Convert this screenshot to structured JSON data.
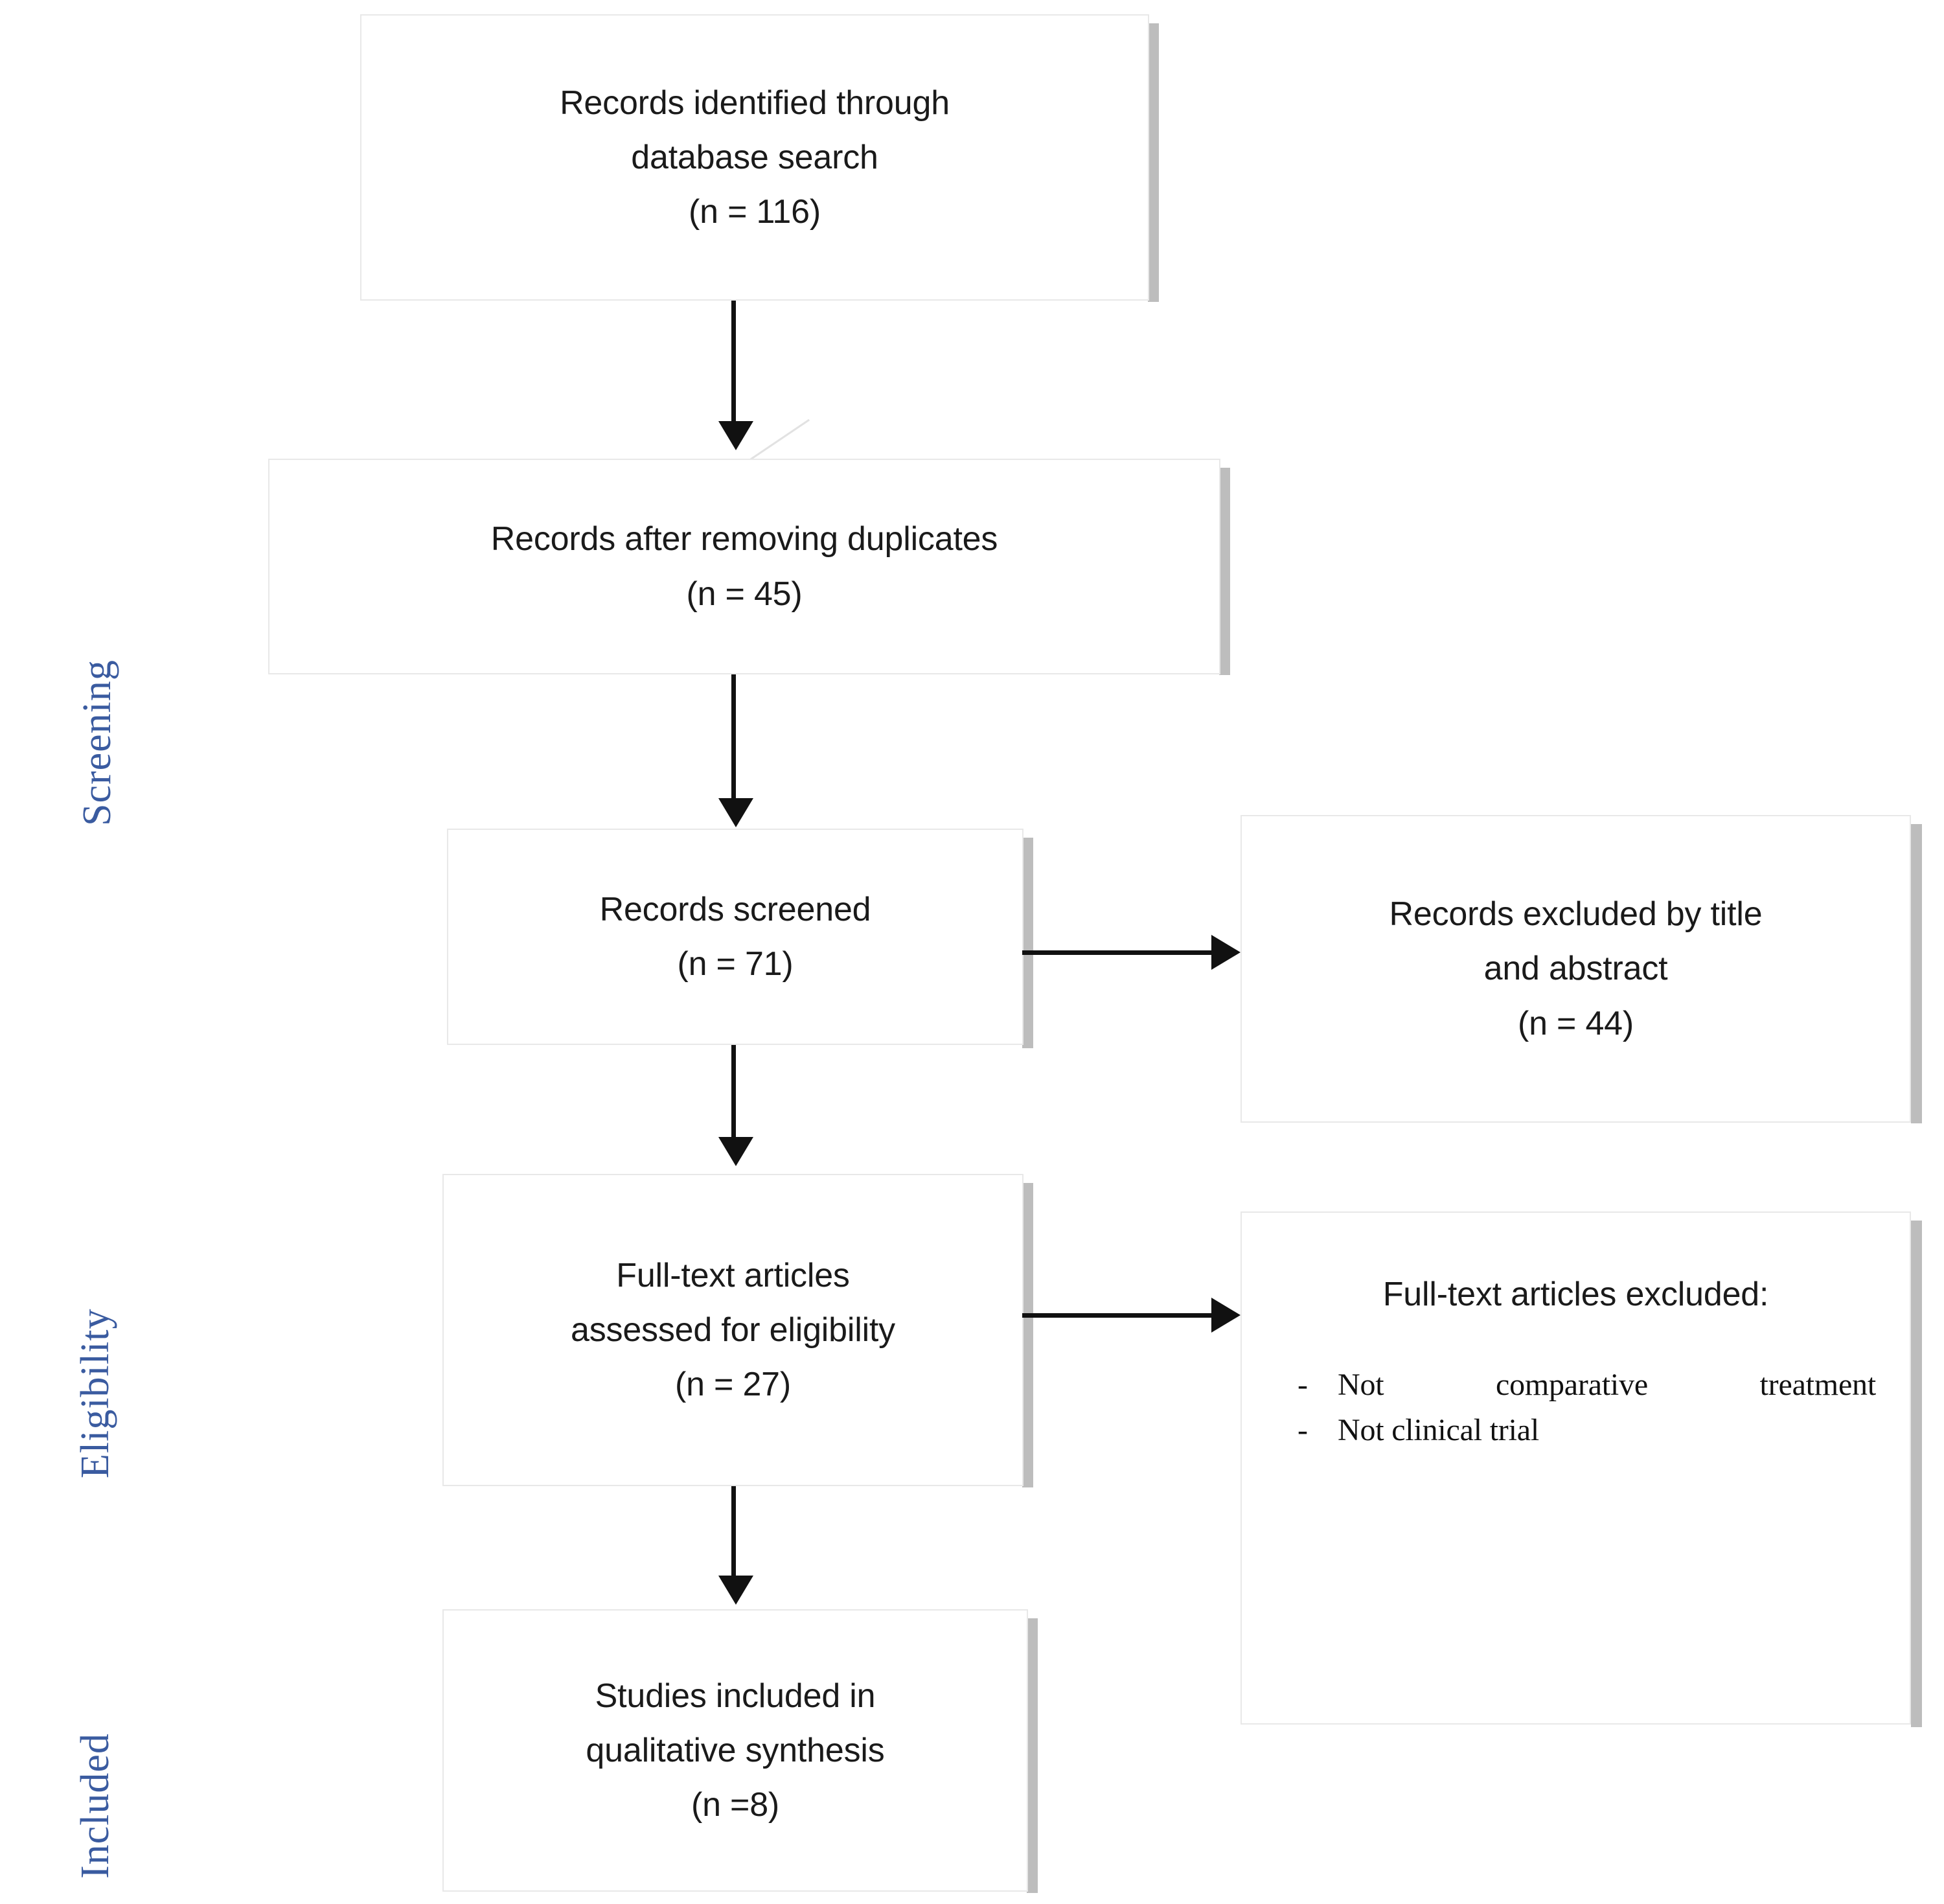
{
  "diagram": {
    "type": "prisma-flow-diagram",
    "stage_labels": [
      {
        "id": "screening",
        "text": "Screening"
      },
      {
        "id": "eligibility",
        "text": "Eligibility"
      },
      {
        "id": "included",
        "text": "Included"
      }
    ],
    "label_color": "#3a5ba0",
    "boxes": [
      {
        "id": "identified",
        "lines": [
          "Records identified through",
          "database search",
          "(n = 116)"
        ],
        "count": 116
      },
      {
        "id": "after-duplicates",
        "lines": [
          "Records after removing duplicates",
          "(n = 45)"
        ],
        "count": 45
      },
      {
        "id": "screened",
        "lines": [
          "Records screened",
          "(n = 71)"
        ],
        "count": 71
      },
      {
        "id": "excluded-title-abstract",
        "lines": [
          "Records excluded by title",
          "and abstract",
          "(n = 44)"
        ],
        "count": 44
      },
      {
        "id": "fulltext-assessed",
        "lines": [
          "Full-text articles",
          "assessed for eligibility",
          "(n = 27)"
        ],
        "count": 27
      },
      {
        "id": "fulltext-excluded",
        "title": "Full-text articles excluded:",
        "bullet": "-",
        "reasons": [
          "Not comparative treatment",
          "Not clinical trial"
        ]
      },
      {
        "id": "included-qualitative",
        "lines": [
          "Studies included in",
          "qualitative synthesis",
          "(n =8)"
        ],
        "count": 8
      }
    ]
  }
}
